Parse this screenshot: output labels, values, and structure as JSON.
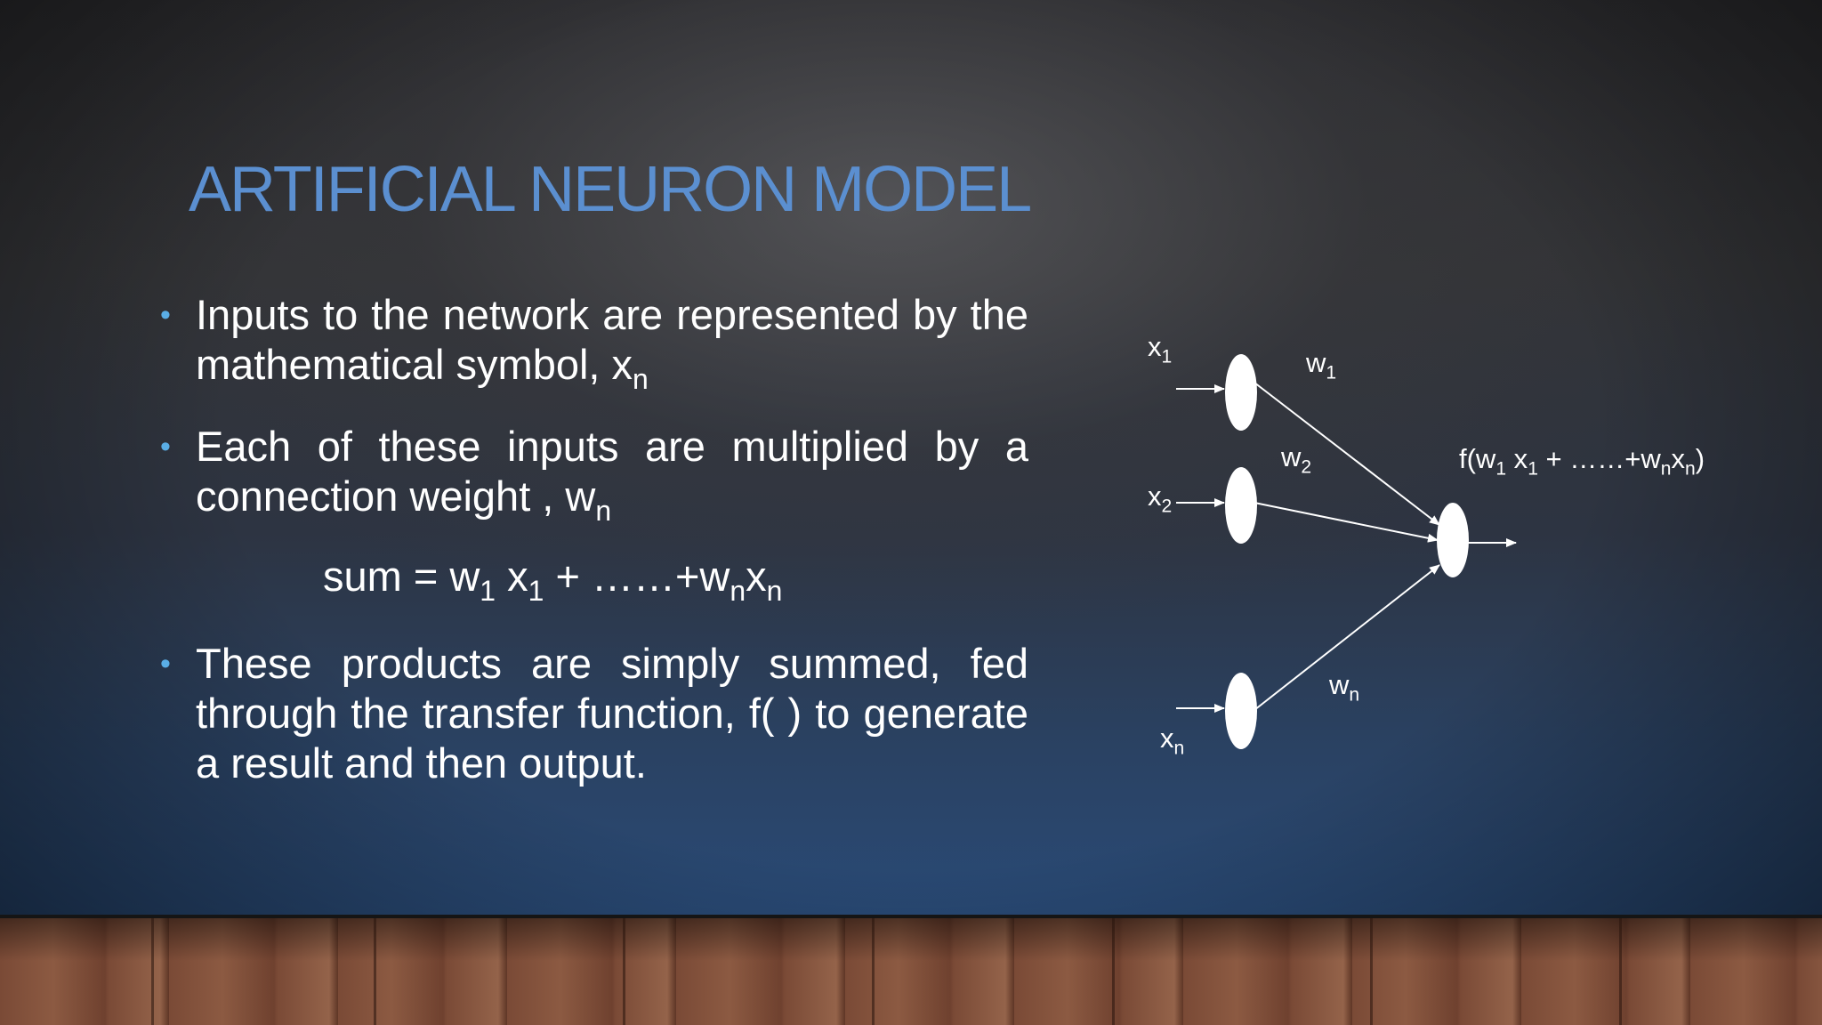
{
  "slide": {
    "title": "Artificial Neuron Model",
    "bullets": [
      {
        "lines": [
          [
            "Inputs to the network are represented by the",
            ""
          ],
          [
            "mathematical symbol, x",
            "n"
          ]
        ]
      },
      {
        "lines": [
          [
            "Each of these inputs are multiplied by a",
            ""
          ],
          [
            "connection weight , w",
            "n"
          ]
        ]
      },
      {
        "lines": [
          [
            "These products are simply summed, fed",
            ""
          ],
          [
            "through the transfer function, f( ) to generate",
            ""
          ],
          [
            "a result and then output.",
            ""
          ]
        ]
      }
    ],
    "formula": {
      "prefix": "sum = w",
      "s1": "1",
      "t1": " x",
      "s2": "1",
      "t2": " + ……+w",
      "s3": "n",
      "t3": "x",
      "s4": "n"
    }
  },
  "diagram": {
    "inputs": [
      {
        "base": "x",
        "sub": "1"
      },
      {
        "base": "x",
        "sub": "2"
      },
      {
        "base": "x",
        "sub": "n"
      }
    ],
    "weights": [
      {
        "base": "w",
        "sub": "1"
      },
      {
        "base": "w",
        "sub": "2"
      },
      {
        "base": "w",
        "sub": "n"
      }
    ],
    "output": {
      "p1": "f(w",
      "s1": "1",
      "p2": " x",
      "s2": "1",
      "p3": " + ……+w",
      "s3": "n",
      "p4": "x",
      "s4": "n",
      "p5": ")"
    }
  }
}
